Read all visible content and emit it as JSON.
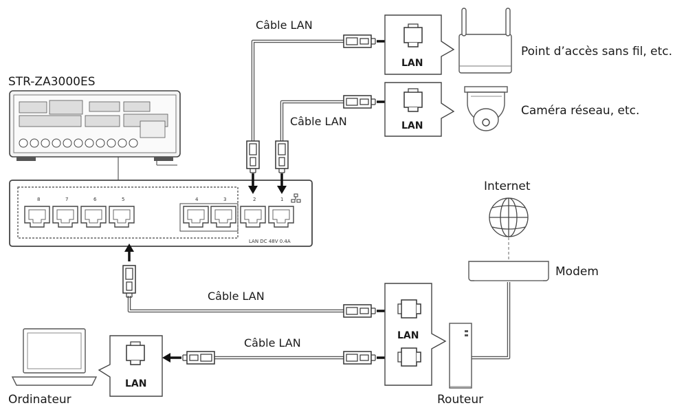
{
  "labels": {
    "receiver": "STR-ZA3000ES",
    "access_point": "Point d’accès sans fil, etc.",
    "camera": "Caméra réseau, etc.",
    "internet": "Internet",
    "modem": "Modem",
    "computer": "Ordinateur",
    "router": "Routeur"
  },
  "cables": {
    "top": "Câble LAN",
    "second": "Câble LAN",
    "middle": "Câble LAN",
    "bottom": "Câble LAN"
  },
  "ports": {
    "ap": "LAN",
    "camera": "LAN",
    "router_top": "LAN",
    "computer": "LAN"
  },
  "switch": {
    "port_numbers": [
      "8",
      "7",
      "6",
      "5",
      "4",
      "3",
      "2",
      "1"
    ],
    "bottom_text": "LAN DC 48V 0.4A"
  }
}
